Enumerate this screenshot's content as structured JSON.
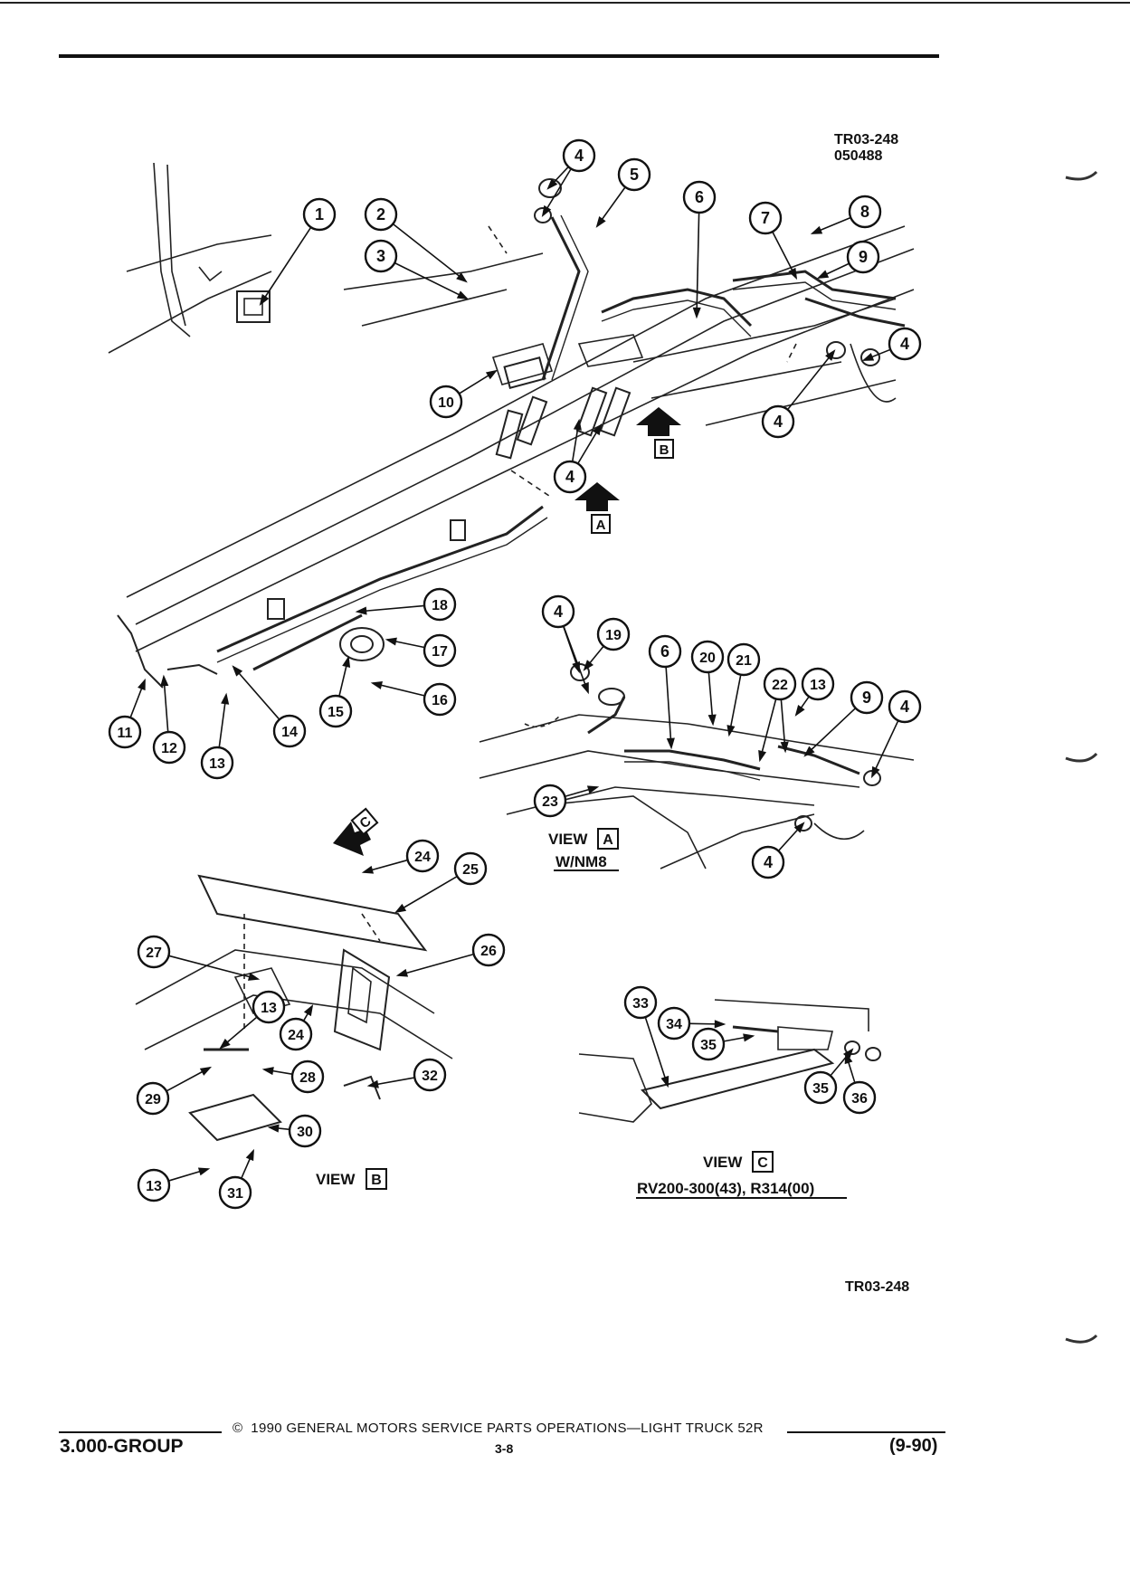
{
  "drawing": {
    "code": "TR03-248",
    "date_code": "050488",
    "code_bottom": "TR03-248"
  },
  "callouts": [
    "1",
    "2",
    "3",
    "4",
    "5",
    "6",
    "7",
    "8",
    "9",
    "10",
    "11",
    "12",
    "13",
    "14",
    "15",
    "16",
    "17",
    "18",
    "19",
    "20",
    "21",
    "22",
    "23",
    "24",
    "25",
    "26",
    "27",
    "28",
    "29",
    "30",
    "31",
    "32",
    "33",
    "34",
    "35",
    "36"
  ],
  "views": {
    "a": {
      "label": "VIEW",
      "letter": "A",
      "note": "W/NM8"
    },
    "b": {
      "label": "VIEW",
      "letter": "B"
    },
    "c": {
      "label": "VIEW",
      "letter": "C",
      "note": "RV200-300(43), R314(00)"
    }
  },
  "arrows": {
    "a": "A",
    "b": "B",
    "c": "C"
  },
  "footer": {
    "group": "3.000-GROUP",
    "copyright_symbol": "©",
    "copyright": "1990 GENERAL MOTORS SERVICE PARTS OPERATIONS—LIGHT TRUCK 52R",
    "page": "3-8",
    "date": "(9-90)"
  }
}
